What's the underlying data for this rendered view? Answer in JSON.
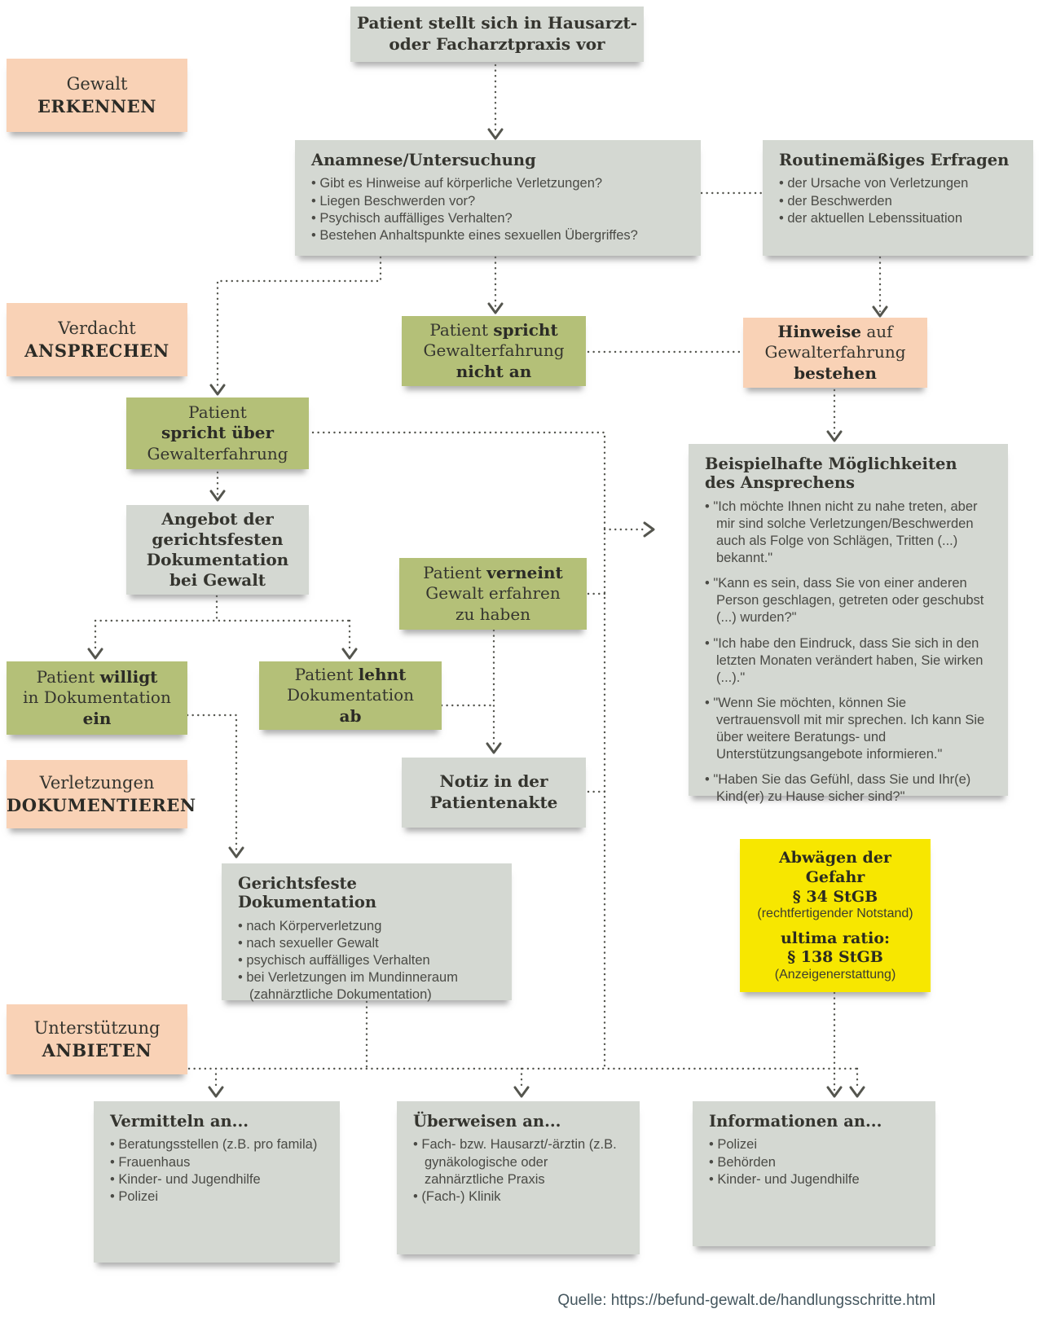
{
  "stages": {
    "erkennen": {
      "line1": "Gewalt",
      "line2": "ERKENNEN"
    },
    "ansprechen": {
      "line1": "Verdacht",
      "line2": "ANSPRECHEN"
    },
    "dokumentieren": {
      "line1": "Verletzungen",
      "line2": "DOKUMENTIEREN"
    },
    "anbieten": {
      "line1": "Unterstützung",
      "line2": "ANBIETEN"
    }
  },
  "boxes": {
    "start": {
      "line1": "Patient stellt sich in Hausarzt-",
      "line2": "oder Facharztpraxis vor"
    },
    "anamnese": {
      "title": "Anamnese/Untersuchung",
      "items": [
        "Gibt es Hinweise auf körperliche Verletzungen?",
        "Liegen Beschwerden vor?",
        "Psychisch auffälliges Verhalten?",
        "Bestehen Anhaltspunkte eines sexuellen Übergriffes?"
      ]
    },
    "routine": {
      "title": "Routinemäßiges Erfragen",
      "items": [
        "der Ursache von Verletzungen",
        "der Beschwerden",
        "der aktuellen Lebenssituation"
      ]
    },
    "nicht_an": {
      "seg1": "Patient",
      "seg1b": "spricht",
      "line2": "Gewalterfahrung",
      "line3b": "nicht an"
    },
    "hinweise": {
      "seg1b": "Hinweise",
      "seg1": "auf",
      "line2": "Gewalterfahrung",
      "line3b": "bestehen"
    },
    "spricht_ueber": {
      "line1": "Patient",
      "line2b": "spricht über",
      "line3": "Gewalterfahrung"
    },
    "angebot": {
      "line1": "Angebot der",
      "line2": "gerichtsfesten",
      "line3": "Dokumentation",
      "line4": "bei Gewalt"
    },
    "verneint": {
      "seg1": "Patient",
      "seg1b": "verneint",
      "line2": "Gewalt erfahren",
      "line3": "zu haben"
    },
    "beispielhafte": {
      "title": "Beispielhafte Möglichkeiten des Ansprechens",
      "items": [
        "\"Ich möchte Ihnen nicht zu nahe treten, aber mir sind solche Verletzungen/Beschwerden auch als Folge von Schlägen, Tritten (...) bekannt.\"",
        "\"Kann es sein, dass Sie von einer anderen Person geschlagen, getreten oder geschubst (...) wurden?\"",
        "\"Ich habe den Eindruck, dass Sie sich in den letzten Monaten verändert haben, Sie wirken (...).\"",
        "\"Wenn Sie möchten, können Sie vertrauensvoll mit mir sprechen. Ich kann Sie über weitere Beratungs- und Unterstützungsangebote informieren.\"",
        "\"Haben Sie das Gefühl, dass Sie und Ihr(e) Kind(er) zu Hause sicher sind?\""
      ]
    },
    "willigt": {
      "seg1": "Patient",
      "seg1b": "willigt",
      "line2": "in Dokumentation",
      "line3b": "ein"
    },
    "lehnt": {
      "seg1": "Patient",
      "seg1b": "lehnt",
      "line2": "Dokumentation",
      "line3b": "ab"
    },
    "notiz": {
      "line1": "Notiz in der",
      "line2": "Patientenakte"
    },
    "gerichtsfeste": {
      "title": "Gerichtsfeste Dokumentation",
      "items": [
        "nach Körperverletzung",
        "nach sexueller Gewalt",
        "psychisch auffälliges Verhalten",
        "bei Verletzungen im Mundinneraum (zahnärztliche Dokumentation)"
      ]
    },
    "abwaegen": {
      "title": "Abwägen der Gefahr",
      "law1": "§ 34 StGB",
      "law1_note": "(rechtfertigender Notstand)",
      "ultima": "ultima ratio:",
      "law2": "§ 138 StGB",
      "law2_note": "(Anzeigenerstattung)"
    },
    "vermitteln": {
      "title": "Vermitteln an...",
      "items": [
        "Beratungsstellen (z.B. pro famila)",
        "Frauenhaus",
        "Kinder- und Jugendhilfe",
        "Polizei"
      ]
    },
    "ueberweisen": {
      "title": "Überweisen an...",
      "items": [
        "Fach- bzw. Hausarzt/-ärztin (z.B. gynäkologische oder zahnärztliche Praxis",
        "(Fach-) Klinik"
      ]
    },
    "informationen": {
      "title": "Informationen an...",
      "items": [
        "Polizei",
        "Behörden",
        "Kinder- und Jugendhilfe"
      ]
    }
  },
  "footer": {
    "source": "Quelle: https://befund-gewalt.de/handlungsschritte.html"
  },
  "colors": {
    "box_grey": "#d4d8d2",
    "box_peach": "#f9d2b6",
    "box_green": "#b4c078",
    "box_yellow": "#f7e700",
    "text_dark": "#35352f",
    "text_body": "#4a4a45",
    "connector": "#54554e",
    "source_text": "#44565e"
  }
}
